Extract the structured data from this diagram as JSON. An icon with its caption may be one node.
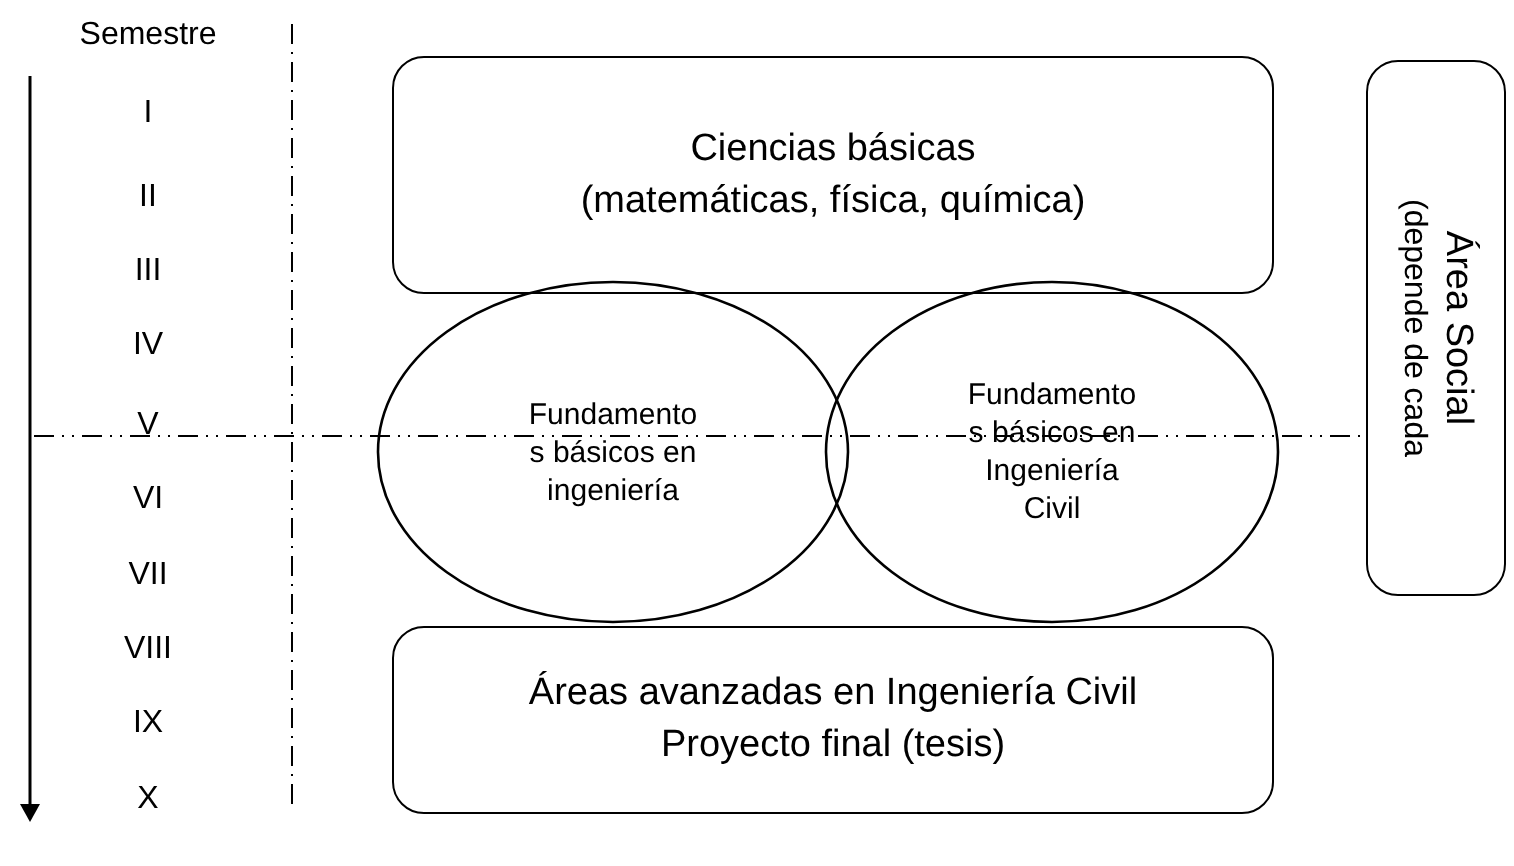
{
  "diagram": {
    "nodes": [
      {
        "text": [
          "Ciencias básicas",
          "(matemáticas, física, química)"
        ]
      },
      {
        "text": [
          "Fundamento s básicos en ingeniería"
        ]
      },
      {
        "text": [
          "Fundamento s básicos en Ingeniería Civil"
        ]
      },
      {
        "text": [
          "Áreas avanzadas en Ingeniería Civil",
          "Proyecto final (tesis)"
        ]
      },
      {
        "text": [
          "Área Social",
          "(depende de cada"
        ]
      }
    ],
    "labels": [
      "Semestre",
      "I",
      "II",
      "III",
      "IV",
      "V",
      "VI",
      "VII",
      "VIII",
      "IX",
      "X"
    ]
  }
}
